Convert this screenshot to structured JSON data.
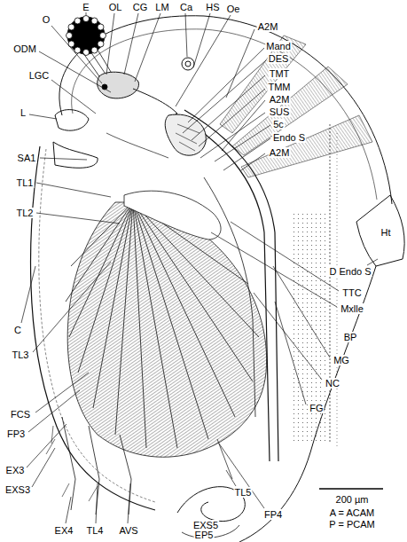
{
  "diagram": {
    "labels": [
      "E",
      "O",
      "OL",
      "CG",
      "LM",
      "Ca",
      "HS",
      "Oe",
      "A2M",
      "ODM",
      "Mand",
      "DES",
      "LGC",
      "TMT",
      "TMM",
      "A2M",
      "SUS",
      "L",
      "5c",
      "Endo S",
      "SA1",
      "A2M",
      "TL1",
      "Ht",
      "TL2",
      "D Endo S",
      "TTC",
      "Mxlle",
      "C",
      "BP",
      "TL3",
      "MG",
      "NC",
      "FCS",
      "FG",
      "FP3",
      "EX3",
      "EXS3",
      "TL5",
      "EX4",
      "TL4",
      "AVS",
      "FP4",
      "EXS5",
      "EP5",
      "200 µm",
      "A = ACAM",
      "P = PCAM"
    ]
  }
}
